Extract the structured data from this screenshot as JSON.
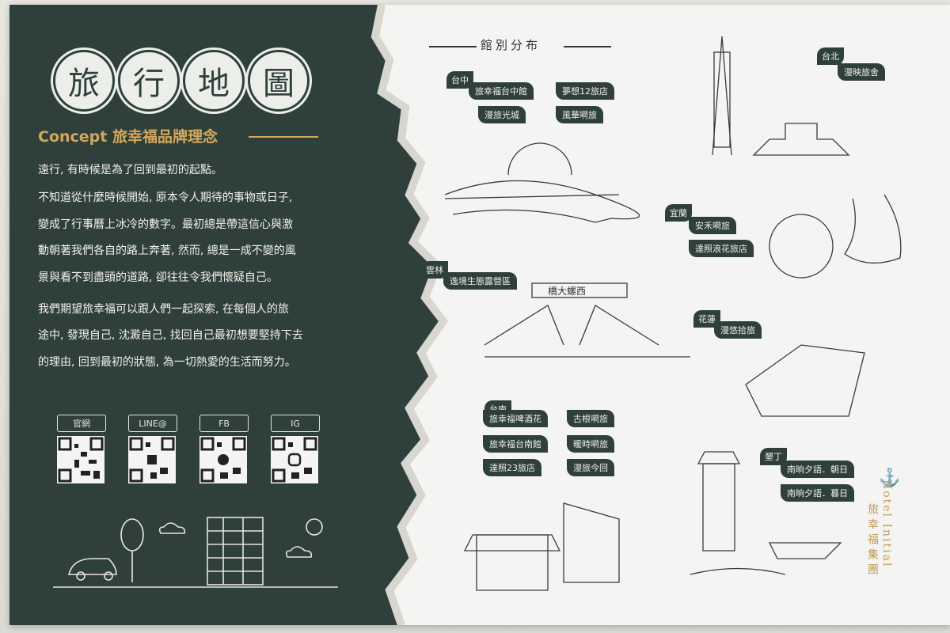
{
  "title_chars": [
    "旅",
    "行",
    "地",
    "圖"
  ],
  "concept": "Concept 旅幸福品牌理念",
  "paragraph": [
    "遠行, 有時候是為了回到最初的起點。",
    "不知道從什麼時候開始, 原本令人期待的事物或日子,",
    "變成了行事曆上冰冷的數字。最初總是帶這信心與激",
    "動朝著我們各自的路上奔著, 然而, 總是一成不變的風",
    "景與看不到盡頭的道路, 卻往往令我們懷疑自己。",
    "我們期望旅幸福可以跟人們一起探索, 在每個人的旅",
    "途中, 發現自己, 沈澱自己, 找回自己最初想要堅持下去",
    "的理由, 回到最初的狀態, 為一切熱愛的生活而努力。"
  ],
  "qr_labels": [
    "官網",
    "LINE@",
    "FB",
    "IG"
  ],
  "map_title": "館別分布",
  "regions": {
    "taichung": {
      "name": "台中",
      "hotels": [
        "旅幸福台中館",
        "夢想12旅店",
        "漫旅光城",
        "風華嗬旅"
      ]
    },
    "taipei": {
      "name": "台北",
      "hotels": [
        "漫映旅舍"
      ]
    },
    "yilan": {
      "name": "宜蘭",
      "hotels": [
        "安禾嗬旅",
        "達照浪花旅店"
      ]
    },
    "yunlin": {
      "name": "雲林",
      "hotels": [
        "逸境生態露營區"
      ]
    },
    "hualien": {
      "name": "花蓮",
      "hotels": [
        "漫悠拾旅"
      ]
    },
    "tainan": {
      "name": "台南",
      "hotels": [
        "旅幸福啤酒花",
        "古根嗬旅",
        "旅幸福台南館",
        "暖時嗬旅",
        "達照23旅店",
        "漫旅今回"
      ]
    },
    "kenting": {
      "name": "墾丁",
      "hotels": [
        "南晌夕語．朝日",
        "南晌夕語．暮日"
      ]
    }
  },
  "bridge_sign": "橋大螺西",
  "brand": {
    "en": "Hotel Initial",
    "zh": "旅幸福集團"
  },
  "colors": {
    "dark": "#2f403c",
    "gold": "#d4a85a",
    "paper": "#f4f4f2"
  }
}
